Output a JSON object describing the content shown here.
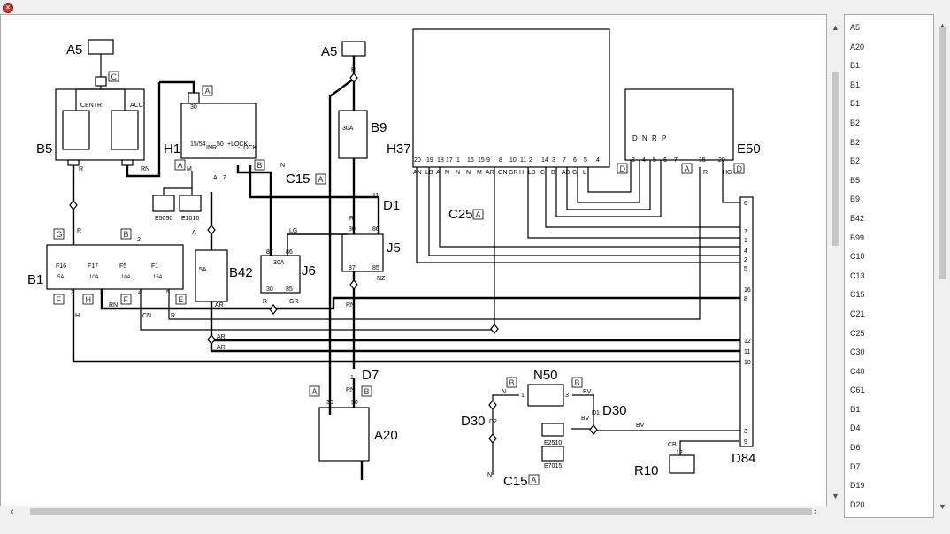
{
  "window": {
    "close_icon": "close-icon"
  },
  "components": {
    "A5_left": "A5",
    "A5_right": "A5",
    "B5": "B5",
    "H1": "H1",
    "B9": "B9",
    "H37": "H37",
    "E50": "E50",
    "C15_top": "C15",
    "D1": "D1",
    "C25": "C25",
    "J5": "J5",
    "B1": "B1",
    "B42": "B42",
    "J6": "J6",
    "D7": "D7",
    "A20": "A20",
    "N50": "N50",
    "D30_left": "D30",
    "D30_right": "D30",
    "C15_bottom": "C15",
    "R10": "R10",
    "D84": "D84",
    "E5050": "E5050",
    "E1010": "E1010",
    "E2510": "E2510",
    "E7015": "E7015"
  },
  "connector_tags": {
    "c_b5": "C",
    "a_h1": "A",
    "a_h1b": "A",
    "b_h1": "B",
    "a_c15": "A",
    "a_c25": "A",
    "d_e50": "D",
    "a_e50": "A",
    "d_e50b": "D",
    "g_b1": "G",
    "b_b1": "B",
    "f_b1": "F",
    "h_b1": "H",
    "f_b1b": "F",
    "e_b1": "E",
    "a_a20": "A",
    "b_a20": "B",
    "b_n50l": "B",
    "b_n50r": "B",
    "a_c15b": "A"
  },
  "switch_labels": {
    "centr": "CENTR",
    "acc": "ACC",
    "h1_30": "30",
    "h1_15": "15/54",
    "h1_inr": "INR",
    "h1_50": "50",
    "h1_lock": "+LOCK",
    "h1_nlock": "-LOCK",
    "b9_fuse": "30A",
    "j6_fuse": "30A",
    "b42_fuse": "5A"
  },
  "fuses": [
    {
      "id": "F16",
      "amp": "5A"
    },
    {
      "id": "F17",
      "amp": "10A"
    },
    {
      "id": "F5",
      "amp": "10A"
    },
    {
      "id": "F1",
      "amp": "15A"
    }
  ],
  "wires": {
    "r1": "R",
    "rn1": "RN",
    "m1": "M",
    "n1": "N",
    "a1": "A",
    "z1": "Z",
    "r2": "R",
    "rn2": "RN",
    "lg": "LG",
    "nz": "NZ",
    "gr": "GR",
    "r3": "R",
    "ar1": "AR",
    "ar2": "AR",
    "ar3": "AR",
    "cn": "CN",
    "r4": "R",
    "rn3": "RN",
    "h1w": "H",
    "r5": "R",
    "rn4": "RN",
    "bv1": "BV",
    "bv2": "BV",
    "bv3": "BV",
    "cb": "CB",
    "hg": "HG",
    "r6": "R",
    "n2": "N",
    "n3": "N",
    "a2": "A",
    "r7": "R"
  },
  "h37_pins": [
    "20",
    "19",
    "18",
    "17",
    "1",
    "16",
    "15",
    "9",
    "8",
    "10",
    "11",
    "2",
    "14",
    "3",
    "7",
    "6",
    "5",
    "4"
  ],
  "h37_wires": [
    "AN",
    "LB",
    "A",
    "N",
    "N",
    "N",
    "M",
    "AR",
    "GN",
    "GR",
    "H",
    "LB",
    "C",
    "B",
    "AB",
    "G",
    "L",
    ""
  ],
  "e50_pins": [
    "3",
    "4",
    "5",
    "6",
    "7",
    "15",
    "20"
  ],
  "e50_gear": [
    "D",
    "N",
    "R",
    "P"
  ],
  "pin_numbers": {
    "j5_30": "30",
    "j5_86": "86",
    "j5_87": "87",
    "j5_85": "85",
    "d1_11": "11",
    "j6_87": "87",
    "j6_86": "86",
    "j6_30": "30",
    "j6_85": "85",
    "b1_g": "R",
    "b1_b": "2",
    "b1_3a": "3",
    "b1_3b": "3",
    "b1_4": "4",
    "b1_5": "5",
    "d7_1": "1",
    "a20_30": "30",
    "a20_50": "50",
    "n50_1": "1",
    "n50_3": "3",
    "d30_d1": "D1",
    "d30_d2": "D2",
    "r10_12": "12"
  },
  "d84_pins": [
    "6",
    "7",
    "1",
    "4",
    "2",
    "5",
    "16",
    "8",
    "12",
    "11",
    "10",
    "3",
    "9"
  ],
  "sidebar": {
    "items": [
      "A5",
      "A20",
      "B1",
      "B1",
      "B1",
      "B2",
      "B2",
      "B2",
      "B5",
      "B9",
      "B42",
      "B99",
      "C10",
      "C13",
      "C15",
      "C21",
      "C25",
      "C30",
      "C40",
      "C61",
      "D1",
      "D4",
      "D6",
      "D7",
      "D19",
      "D20"
    ]
  }
}
